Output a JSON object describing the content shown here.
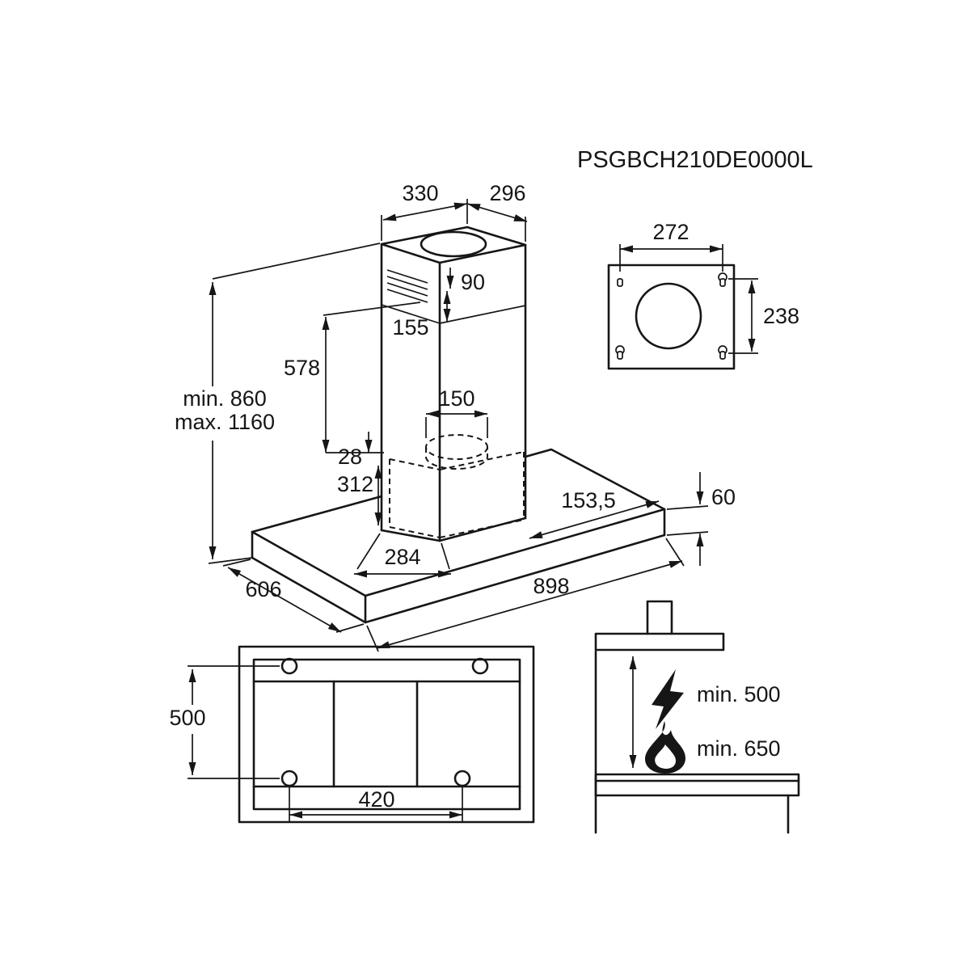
{
  "model_code": "PSGBCH210DE0000L",
  "isometric_view": {
    "top_width": "330",
    "top_depth": "296",
    "vent_offset": "90",
    "upper_section_height": "155",
    "chimney_height": "578",
    "height_min": "min. 860",
    "height_max": "max. 1160",
    "duct_diameter": "150",
    "duct_top_gap": "28",
    "body_height": "312",
    "edge_offset": "153,5",
    "canopy_thickness": "60",
    "chimney_base_width": "284",
    "canopy_depth": "606",
    "canopy_width": "898"
  },
  "ceiling_bracket": {
    "hole_spacing_horizontal": "272",
    "hole_spacing_vertical": "238"
  },
  "top_view": {
    "depth": "500",
    "hole_spacing": "420"
  },
  "clearances": {
    "electric_min": "min. 500",
    "gas_min": "min. 650"
  }
}
